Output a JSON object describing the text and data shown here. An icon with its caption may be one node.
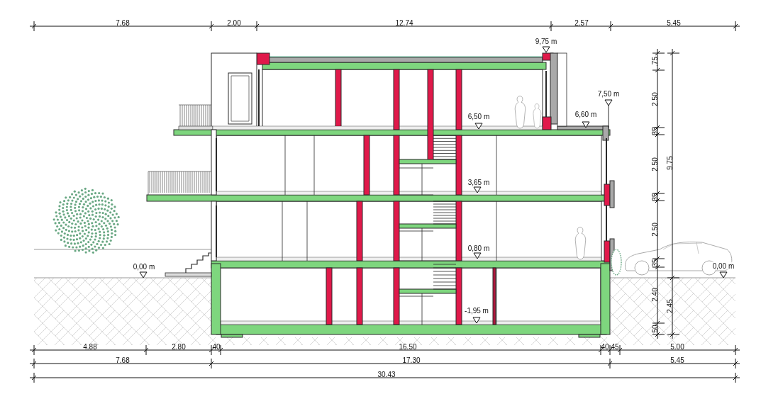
{
  "diagram": {
    "labels": [
      "7.68",
      "2.00",
      "12.74",
      "2.57",
      "5.45",
      "9,75 m",
      ".75",
      "7,50 m",
      "2.50",
      "6,50 m",
      "6,60 m",
      "35",
      "2.50",
      "9.75",
      "3,65 m",
      "35",
      "2.50",
      "0,80 m",
      "0,00 m",
      "35",
      "0,00 m",
      "2.40",
      "-1,95 m",
      "2.45",
      "50",
      "4.88",
      "2.80",
      "40",
      "16.50",
      "40",
      "45",
      "5.00",
      "7.68",
      "17.30",
      "5.45",
      "30.43"
    ]
  }
}
